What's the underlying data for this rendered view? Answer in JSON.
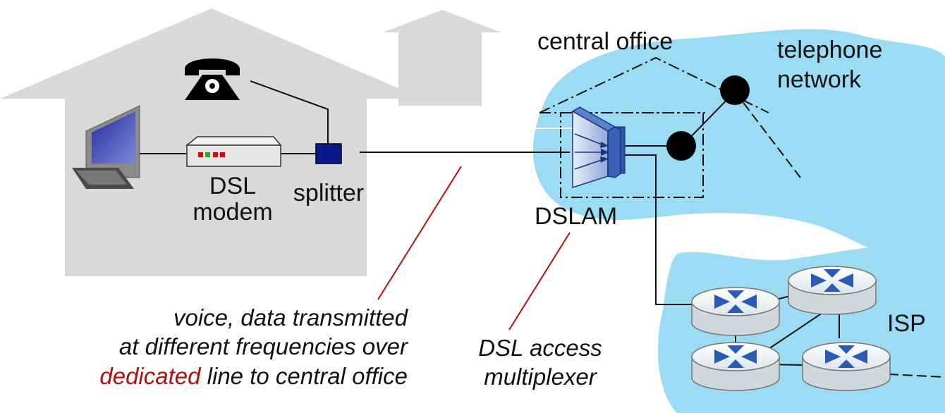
{
  "labels": {
    "central_office": "central office",
    "telephone_network": [
      "telephone",
      "network"
    ],
    "dslam": "DSLAM",
    "isp": "ISP",
    "dsl_modem": [
      "DSL",
      "modem"
    ],
    "splitter": "splitter",
    "dsl_access_multiplexer": [
      "DSL access",
      "multiplexer"
    ]
  },
  "caption": {
    "line1": "voice, data transmitted",
    "line2": "at different frequencies over",
    "line3_highlight": "dedicated",
    "line3_rest": " line to central office"
  },
  "colors": {
    "house": "#d9d9d9",
    "cloud": "#9bdcf4",
    "splitter": "#0a1a8a",
    "dslam": "#3a62b8",
    "annotation_line": "#b01010",
    "highlight_text": "#b01010",
    "router_body": "#dfe6e8",
    "router_arrows": "#2a5ab5"
  },
  "icons": [
    "telephone-icon",
    "computer-icon",
    "dsl-modem-icon",
    "splitter-icon",
    "dslam-icon",
    "router-icon"
  ]
}
